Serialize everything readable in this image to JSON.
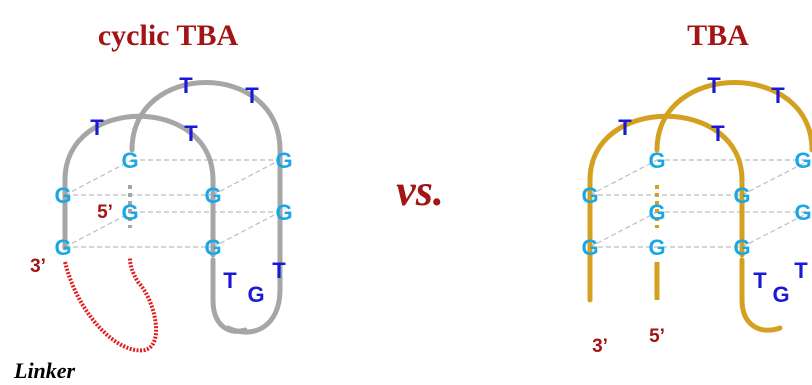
{
  "titles": {
    "left": "cyclic TBA",
    "right": "TBA"
  },
  "vs_label": "vs.",
  "linker_label": "Linker",
  "bases": {
    "G": "G",
    "T": "T"
  },
  "ends": {
    "three_prime": "3’",
    "five_prime": "5’"
  },
  "colors": {
    "title": "#a31515",
    "guanine": "#1aa7e6",
    "thymine": "#1a1ad6",
    "backbone_left": "#a6a6a6",
    "backbone_right": "#d4a020",
    "linker": "#e02020",
    "end_label": "#a31515"
  }
}
